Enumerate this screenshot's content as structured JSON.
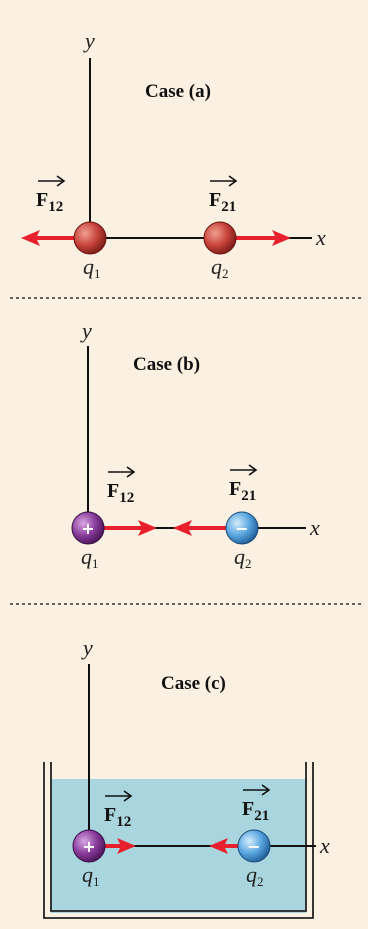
{
  "axes": {
    "x_label": "x",
    "y_label": "y"
  },
  "cases": [
    {
      "title": "Case (a)",
      "force_12": {
        "letter": "F",
        "sub": "12"
      },
      "force_21": {
        "letter": "F",
        "sub": "21"
      },
      "charge_1": {
        "letter": "q",
        "sub": "1",
        "sign": ""
      },
      "charge_2": {
        "letter": "q",
        "sub": "2",
        "sign": ""
      },
      "medium": "none"
    },
    {
      "title": "Case (b)",
      "force_12": {
        "letter": "F",
        "sub": "12"
      },
      "force_21": {
        "letter": "F",
        "sub": "21"
      },
      "charge_1": {
        "letter": "q",
        "sub": "1",
        "sign": "+"
      },
      "charge_2": {
        "letter": "q",
        "sub": "2",
        "sign": "−"
      },
      "medium": "none"
    },
    {
      "title": "Case (c)",
      "force_12": {
        "letter": "F",
        "sub": "12"
      },
      "force_21": {
        "letter": "F",
        "sub": "21"
      },
      "charge_1": {
        "letter": "q",
        "sub": "1",
        "sign": "+"
      },
      "charge_2": {
        "letter": "q",
        "sub": "2",
        "sign": "−"
      },
      "medium": "water"
    }
  ],
  "colors": {
    "background": "#faf1e2",
    "force_arrow": "#e8202e",
    "neutral_charge": "#c8443c",
    "positive_charge": "#8a3d9c",
    "negative_charge": "#3d93d6",
    "water": "#a9d6de"
  }
}
